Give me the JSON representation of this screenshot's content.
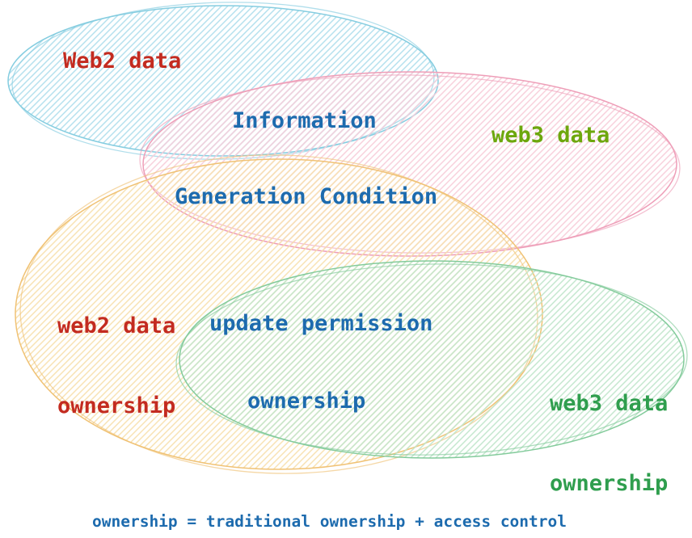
{
  "sets": [
    {
      "id": "web2-data",
      "label": "Web2 data"
    },
    {
      "id": "web3-data",
      "label": "web3 data"
    },
    {
      "id": "web2-data-ownership",
      "label_line1": "web2 data",
      "label_line2": "ownership"
    },
    {
      "id": "web3-data-ownership",
      "label_line1": "web3 data",
      "label_line2": "ownership"
    }
  ],
  "intersections": [
    {
      "id": "information",
      "label": "Information"
    },
    {
      "id": "generation-condition",
      "label": "Generation Condition"
    },
    {
      "id": "update-permission",
      "label": "update permission"
    },
    {
      "id": "ownership",
      "label": "ownership"
    }
  ],
  "caption": "ownership = traditional ownership + access control",
  "colors": {
    "background": "#ffffff",
    "label_blue": "#1d6bae",
    "label_red": "#c32b20",
    "label_olive": "#6da70d",
    "label_green": "#2f9e4e",
    "cyan_stroke": "#85cde0",
    "cyan_hatch": "#afdeec",
    "pink_stroke": "#ee9eb8",
    "pink_hatch": "#f7cdd9",
    "yellow_stroke": "#f0c275",
    "yellow_hatch": "#f7e0ae",
    "green_stroke": "#83cb9b",
    "green_hatch": "#c0e5cb"
  }
}
